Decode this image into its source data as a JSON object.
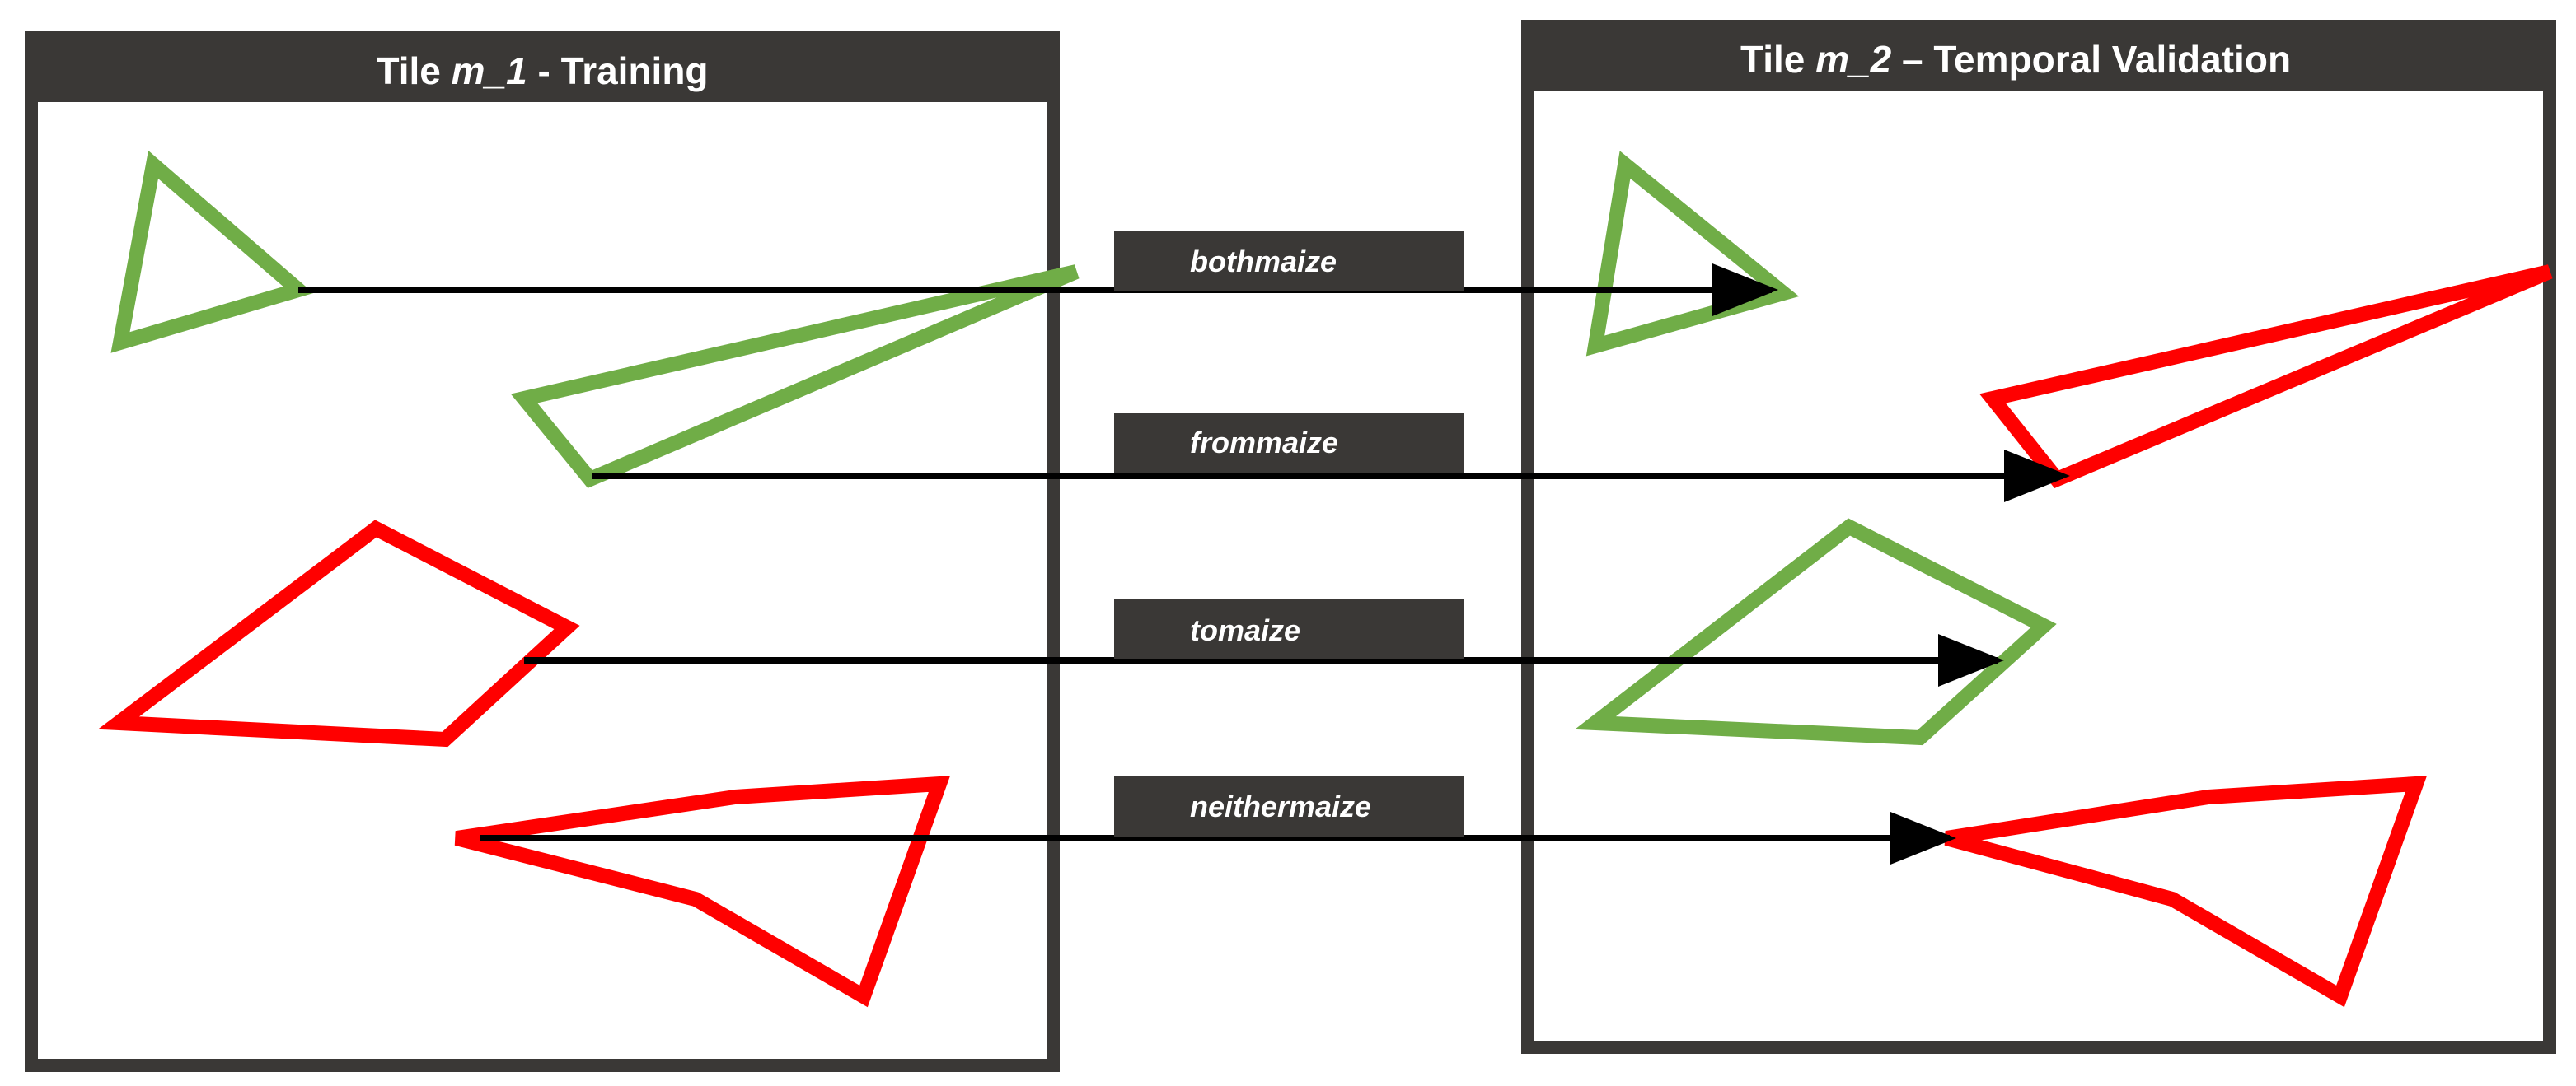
{
  "panels": {
    "left": {
      "title_prefix": "Tile ",
      "title_italic": "m_1",
      "title_suffix": " - Training"
    },
    "right": {
      "title_prefix": "Tile ",
      "title_italic": "m_2",
      "title_suffix": " – Temporal Validation"
    }
  },
  "transitions": [
    {
      "label": "bothmaize"
    },
    {
      "label": "frommaize"
    },
    {
      "label": "tomaize"
    },
    {
      "label": "neithermaize"
    }
  ],
  "colors": {
    "frame": "#3a3836",
    "maize": "#70ad47",
    "non_maize": "#ff0000",
    "arrow": "#000000",
    "label_box": "#3a3836",
    "label_text": "#ffffff"
  }
}
